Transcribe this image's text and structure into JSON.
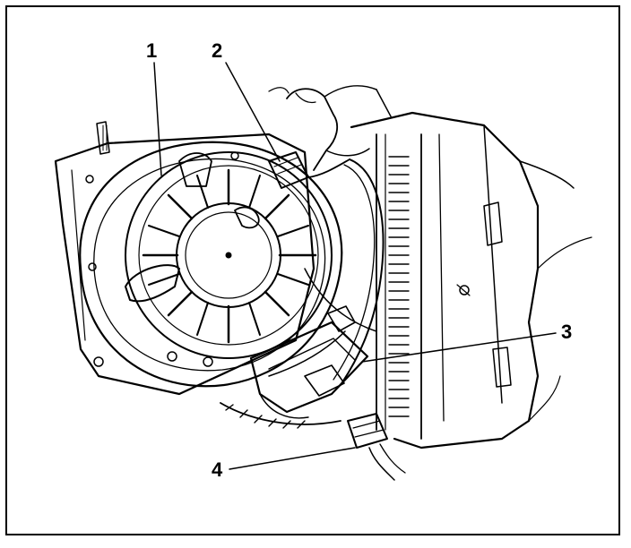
{
  "figure": {
    "background_color": "#ffffff",
    "ink_color": "#000000",
    "callouts": [
      {
        "id": "callout-1",
        "label": "1"
      },
      {
        "id": "callout-2",
        "label": "2"
      },
      {
        "id": "callout-3",
        "label": "3"
      },
      {
        "id": "callout-4",
        "label": "4"
      }
    ]
  }
}
